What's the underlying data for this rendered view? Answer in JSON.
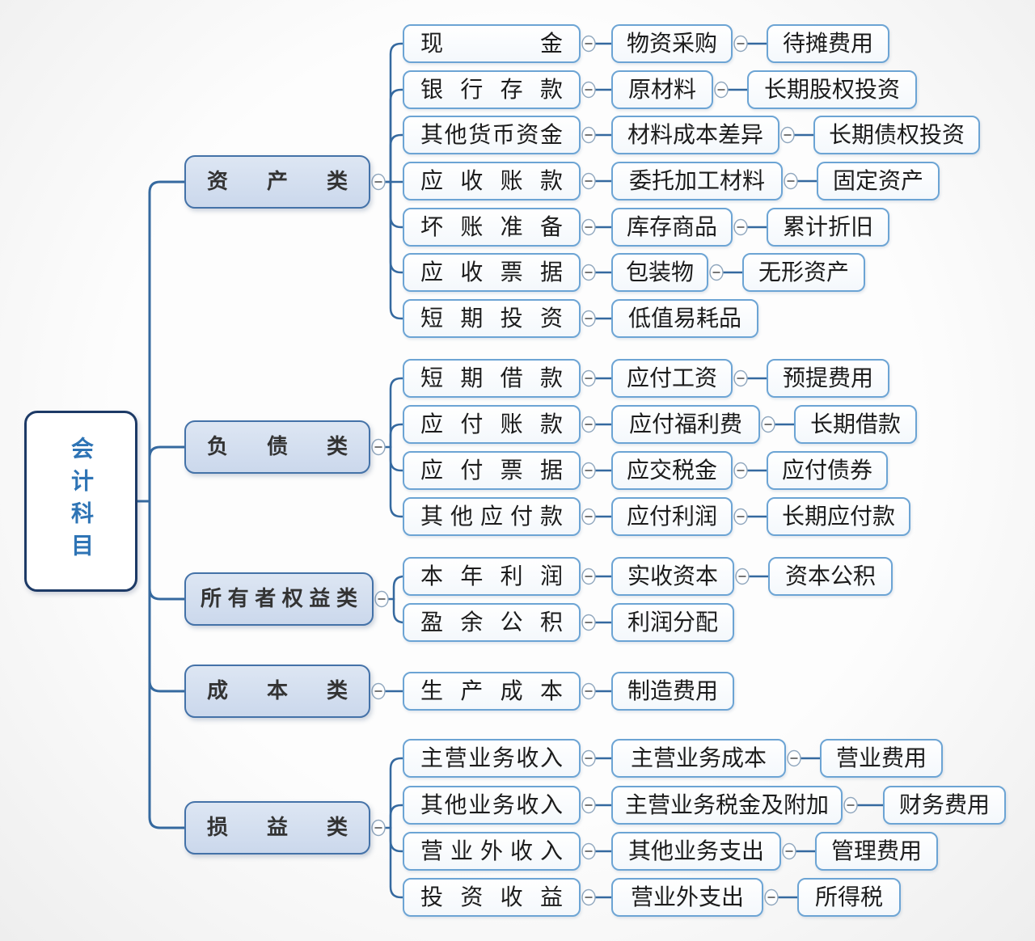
{
  "root": {
    "label": "会计科目"
  },
  "branches": [
    {
      "label": "资产类",
      "rows": [
        [
          "现金",
          "物资采购",
          "待摊费用"
        ],
        [
          "银行存款",
          "原材料",
          "长期股权投资"
        ],
        [
          "其他货币资金",
          "材料成本差异",
          "长期债权投资"
        ],
        [
          "应收账款",
          "委托加工材料",
          "固定资产"
        ],
        [
          "坏账准备",
          "库存商品",
          "累计折旧"
        ],
        [
          "应收票据",
          "包装物",
          "无形资产"
        ],
        [
          "短期投资",
          "低值易耗品"
        ]
      ]
    },
    {
      "label": "负债类",
      "rows": [
        [
          "短期借款",
          "应付工资",
          "预提费用"
        ],
        [
          "应付账款",
          "应付福利费",
          "长期借款"
        ],
        [
          "应付票据",
          "应交税金",
          "应付债券"
        ],
        [
          "其他应付款",
          "应付利润",
          "长期应付款"
        ]
      ]
    },
    {
      "label": "所有者权益类",
      "rows": [
        [
          "本年利润",
          "实收资本",
          "资本公积"
        ],
        [
          "盈余公积",
          "利润分配"
        ]
      ]
    },
    {
      "label": "成本类",
      "rows": [
        [
          "生产成本",
          "制造费用"
        ]
      ]
    },
    {
      "label": "损益类",
      "rows": [
        [
          "主营业务收入",
          "主营业务成本",
          "营业费用"
        ],
        [
          "其他业务收入",
          "主营业务税金及附加",
          "财务费用"
        ],
        [
          "营业外收入",
          "其他业务支出",
          "管理费用"
        ],
        [
          "投资收益",
          "营业外支出",
          "所得税"
        ]
      ]
    }
  ],
  "collapse_glyph": "−",
  "colors": {
    "line": "#35699f",
    "branch_fill": "#d5dff0",
    "branch_border": "#4472a8",
    "leaf_border": "#6ca4d4",
    "root_border": "#1d3a66",
    "root_text": "#2e74b5",
    "toggle_border": "#8fa6bd",
    "toggle_glyph": "#555555"
  }
}
